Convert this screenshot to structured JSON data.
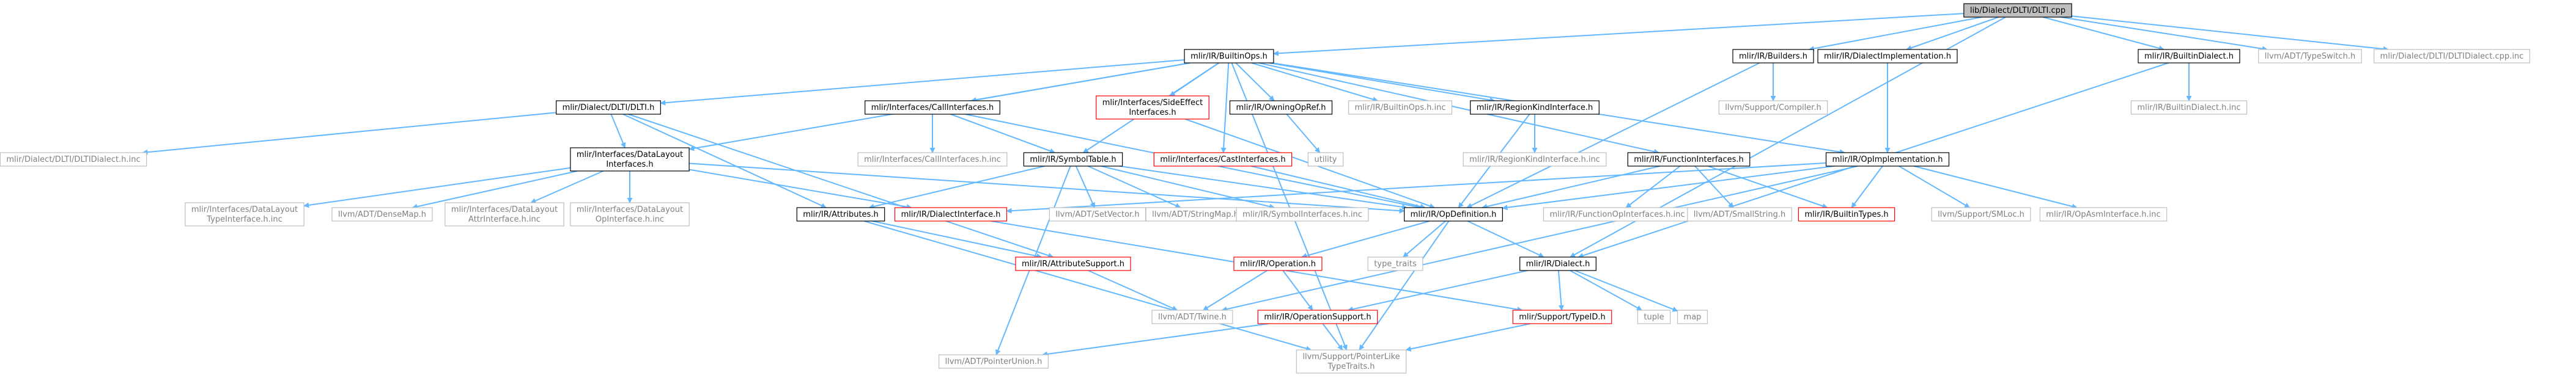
{
  "graph": {
    "root": "lib/Dialect/DLTI/DLTI.cpp",
    "colors": {
      "root_fill": "#bfbfbf",
      "node_fill": "#ffffff",
      "normal_border": "#000000",
      "missing_border": "#bfbfbf",
      "red_border": "#ff0000",
      "edge": "#63b8ff"
    },
    "nodes": [
      {
        "id": "n0",
        "kind": "root",
        "lines": [
          "lib/Dialect/DLTI/DLTI.cpp"
        ]
      },
      {
        "id": "n1",
        "kind": "normal",
        "lines": [
          "mlir/IR/BuiltinOps.h"
        ]
      },
      {
        "id": "n2",
        "kind": "normal",
        "lines": [
          "mlir/IR/Builders.h"
        ]
      },
      {
        "id": "n3",
        "kind": "normal",
        "lines": [
          "mlir/IR/DialectImplementation.h"
        ]
      },
      {
        "id": "n4",
        "kind": "normal",
        "lines": [
          "mlir/IR/BuiltinDialect.h"
        ]
      },
      {
        "id": "n5",
        "kind": "missing",
        "lines": [
          "llvm/ADT/TypeSwitch.h"
        ]
      },
      {
        "id": "n6",
        "kind": "missing",
        "lines": [
          "mlir/Dialect/DLTI/DLTIDialect.cpp.inc"
        ]
      },
      {
        "id": "n7",
        "kind": "normal",
        "lines": [
          "mlir/Dialect/DLTI/DLTI.h"
        ]
      },
      {
        "id": "n8",
        "kind": "normal",
        "lines": [
          "mlir/Interfaces/CallInterfaces.h"
        ]
      },
      {
        "id": "n9",
        "kind": "red",
        "lines": [
          "mlir/Interfaces/SideEffect",
          "Interfaces.h"
        ]
      },
      {
        "id": "n10",
        "kind": "normal",
        "lines": [
          "mlir/IR/OwningOpRef.h"
        ]
      },
      {
        "id": "n11",
        "kind": "missing",
        "lines": [
          "mlir/IR/BuiltinOps.h.inc"
        ]
      },
      {
        "id": "n12",
        "kind": "normal",
        "lines": [
          "mlir/IR/RegionKindInterface.h"
        ]
      },
      {
        "id": "n13",
        "kind": "missing",
        "lines": [
          "llvm/Support/Compiler.h"
        ]
      },
      {
        "id": "n14",
        "kind": "missing",
        "lines": [
          "mlir/IR/BuiltinDialect.h.inc"
        ]
      },
      {
        "id": "n15",
        "kind": "missing",
        "lines": [
          "mlir/Dialect/DLTI/DLTIDialect.h.inc"
        ]
      },
      {
        "id": "n16",
        "kind": "normal",
        "lines": [
          "mlir/Interfaces/DataLayout",
          "Interfaces.h"
        ]
      },
      {
        "id": "n17",
        "kind": "missing",
        "lines": [
          "mlir/Interfaces/CallInterfaces.h.inc"
        ]
      },
      {
        "id": "n18",
        "kind": "normal",
        "lines": [
          "mlir/IR/SymbolTable.h"
        ]
      },
      {
        "id": "n19",
        "kind": "missing",
        "lines": [
          "utility"
        ]
      },
      {
        "id": "n20",
        "kind": "red",
        "lines": [
          "mlir/Interfaces/CastInterfaces.h"
        ]
      },
      {
        "id": "n21",
        "kind": "missing",
        "lines": [
          "mlir/IR/RegionKindInterface.h.inc"
        ]
      },
      {
        "id": "n22",
        "kind": "normal",
        "lines": [
          "mlir/IR/FunctionInterfaces.h"
        ]
      },
      {
        "id": "n23",
        "kind": "normal",
        "lines": [
          "mlir/IR/OpImplementation.h"
        ]
      },
      {
        "id": "n24",
        "kind": "missing",
        "lines": [
          "mlir/Interfaces/DataLayout",
          "TypeInterface.h.inc"
        ]
      },
      {
        "id": "n25",
        "kind": "missing",
        "lines": [
          "llvm/ADT/DenseMap.h"
        ]
      },
      {
        "id": "n26",
        "kind": "missing",
        "lines": [
          "mlir/Interfaces/DataLayout",
          "AttrInterface.h.inc"
        ]
      },
      {
        "id": "n27",
        "kind": "missing",
        "lines": [
          "mlir/Interfaces/DataLayout",
          "OpInterface.h.inc"
        ]
      },
      {
        "id": "n28",
        "kind": "normal",
        "lines": [
          "mlir/IR/Attributes.h"
        ]
      },
      {
        "id": "n29",
        "kind": "red",
        "lines": [
          "mlir/IR/DialectInterface.h"
        ]
      },
      {
        "id": "n30",
        "kind": "missing",
        "lines": [
          "llvm/ADT/SetVector.h"
        ]
      },
      {
        "id": "n31",
        "kind": "missing",
        "lines": [
          "llvm/ADT/StringMap.h"
        ]
      },
      {
        "id": "n32",
        "kind": "missing",
        "lines": [
          "mlir/IR/SymbolInterfaces.h.inc"
        ]
      },
      {
        "id": "n33",
        "kind": "normal",
        "lines": [
          "mlir/IR/OpDefinition.h"
        ]
      },
      {
        "id": "n34",
        "kind": "missing",
        "lines": [
          "mlir/IR/FunctionOpInterfaces.h.inc"
        ]
      },
      {
        "id": "n35",
        "kind": "missing",
        "lines": [
          "llvm/ADT/SmallString.h"
        ]
      },
      {
        "id": "n36",
        "kind": "red",
        "lines": [
          "mlir/IR/BuiltinTypes.h"
        ]
      },
      {
        "id": "n37",
        "kind": "missing",
        "lines": [
          "llvm/Support/SMLoc.h"
        ]
      },
      {
        "id": "n38",
        "kind": "missing",
        "lines": [
          "mlir/IR/OpAsmInterface.h.inc"
        ]
      },
      {
        "id": "n39",
        "kind": "red",
        "lines": [
          "mlir/IR/AttributeSupport.h"
        ]
      },
      {
        "id": "n40",
        "kind": "red",
        "lines": [
          "mlir/IR/Operation.h"
        ]
      },
      {
        "id": "n41",
        "kind": "missing",
        "lines": [
          "type_traits"
        ]
      },
      {
        "id": "n42",
        "kind": "normal",
        "lines": [
          "mlir/IR/Dialect.h"
        ]
      },
      {
        "id": "n43",
        "kind": "missing",
        "lines": [
          "llvm/ADT/Twine.h"
        ]
      },
      {
        "id": "n44",
        "kind": "red",
        "lines": [
          "mlir/IR/OperationSupport.h"
        ]
      },
      {
        "id": "n45",
        "kind": "red",
        "lines": [
          "mlir/Support/TypeID.h"
        ]
      },
      {
        "id": "n46",
        "kind": "missing",
        "lines": [
          "tuple"
        ]
      },
      {
        "id": "n47",
        "kind": "missing",
        "lines": [
          "map"
        ]
      },
      {
        "id": "n48",
        "kind": "missing",
        "lines": [
          "llvm/ADT/PointerUnion.h"
        ]
      },
      {
        "id": "n49",
        "kind": "missing",
        "lines": [
          "llvm/Support/PointerLike",
          "TypeTraits.h"
        ]
      }
    ],
    "edges": [
      [
        "n0",
        "n1"
      ],
      [
        "n0",
        "n2"
      ],
      [
        "n0",
        "n3"
      ],
      [
        "n0",
        "n4"
      ],
      [
        "n0",
        "n5"
      ],
      [
        "n0",
        "n6"
      ],
      [
        "n0",
        "n42"
      ],
      [
        "n1",
        "n7"
      ],
      [
        "n1",
        "n8"
      ],
      [
        "n1",
        "n9"
      ],
      [
        "n1",
        "n10"
      ],
      [
        "n1",
        "n11"
      ],
      [
        "n1",
        "n12"
      ],
      [
        "n1",
        "n16"
      ],
      [
        "n1",
        "n18"
      ],
      [
        "n1",
        "n20"
      ],
      [
        "n1",
        "n22"
      ],
      [
        "n1",
        "n23"
      ],
      [
        "n1",
        "n49"
      ],
      [
        "n2",
        "n13"
      ],
      [
        "n2",
        "n33"
      ],
      [
        "n3",
        "n23"
      ],
      [
        "n4",
        "n14"
      ],
      [
        "n4",
        "n42"
      ],
      [
        "n7",
        "n15"
      ],
      [
        "n7",
        "n16"
      ],
      [
        "n7",
        "n28"
      ],
      [
        "n7",
        "n39"
      ],
      [
        "n8",
        "n17"
      ],
      [
        "n8",
        "n18"
      ],
      [
        "n8",
        "n33"
      ],
      [
        "n9",
        "n33"
      ],
      [
        "n10",
        "n19"
      ],
      [
        "n12",
        "n21"
      ],
      [
        "n12",
        "n33"
      ],
      [
        "n16",
        "n24"
      ],
      [
        "n16",
        "n25"
      ],
      [
        "n16",
        "n26"
      ],
      [
        "n16",
        "n27"
      ],
      [
        "n16",
        "n29"
      ],
      [
        "n16",
        "n33"
      ],
      [
        "n18",
        "n28"
      ],
      [
        "n18",
        "n30"
      ],
      [
        "n18",
        "n31"
      ],
      [
        "n18",
        "n32"
      ],
      [
        "n18",
        "n33"
      ],
      [
        "n18",
        "n48"
      ],
      [
        "n20",
        "n33"
      ],
      [
        "n22",
        "n33"
      ],
      [
        "n22",
        "n34"
      ],
      [
        "n22",
        "n35"
      ],
      [
        "n22",
        "n36"
      ],
      [
        "n23",
        "n29"
      ],
      [
        "n23",
        "n36"
      ],
      [
        "n23",
        "n37"
      ],
      [
        "n23",
        "n38"
      ],
      [
        "n23",
        "n33"
      ],
      [
        "n23",
        "n43"
      ],
      [
        "n28",
        "n39"
      ],
      [
        "n28",
        "n49"
      ],
      [
        "n29",
        "n45"
      ],
      [
        "n33",
        "n40"
      ],
      [
        "n33",
        "n41"
      ],
      [
        "n33",
        "n42"
      ],
      [
        "n33",
        "n49"
      ],
      [
        "n39",
        "n43"
      ],
      [
        "n40",
        "n43"
      ],
      [
        "n40",
        "n44"
      ],
      [
        "n42",
        "n44"
      ],
      [
        "n42",
        "n45"
      ],
      [
        "n42",
        "n46"
      ],
      [
        "n42",
        "n47"
      ],
      [
        "n44",
        "n48"
      ],
      [
        "n44",
        "n49"
      ],
      [
        "n45",
        "n49"
      ]
    ]
  }
}
